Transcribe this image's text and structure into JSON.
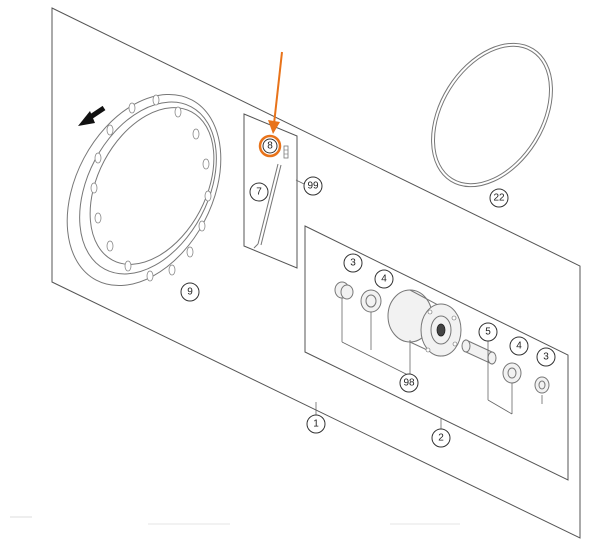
{
  "diagram": {
    "callouts": [
      {
        "id": "rim",
        "label": "9"
      },
      {
        "id": "spoke",
        "label": "7"
      },
      {
        "id": "nipple",
        "label": "8"
      },
      {
        "id": "spoke_set",
        "label": "99"
      },
      {
        "id": "rim_tape",
        "label": "22"
      },
      {
        "id": "bearing_outer_left",
        "label": "3"
      },
      {
        "id": "bearing_inner_left",
        "label": "4"
      },
      {
        "id": "spacer",
        "label": "5"
      },
      {
        "id": "bearing_inner_right",
        "label": "4"
      },
      {
        "id": "bearing_outer_right",
        "label": "3"
      },
      {
        "id": "hub",
        "label": "98"
      },
      {
        "id": "wheel_assembly",
        "label": "1"
      },
      {
        "id": "hub_assembly",
        "label": "2"
      }
    ],
    "highlight_color": "#e8731a",
    "direction_arrow": "rotation-arrow-icon"
  }
}
